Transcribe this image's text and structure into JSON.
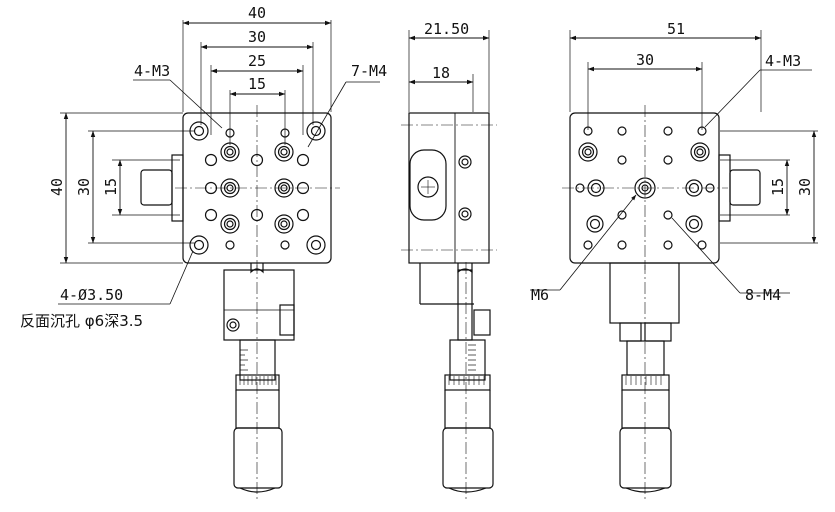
{
  "front_view": {
    "dims_top": [
      "40",
      "30",
      "25",
      "15"
    ],
    "dims_left": [
      "40",
      "30",
      "15"
    ],
    "label_m3": "4-M3",
    "label_m4": "7-M4",
    "label_hole": "4-Ø3.50",
    "label_note": "反面沉孔 φ6深3.5"
  },
  "side_view": {
    "dims_top": [
      "21.50",
      "18"
    ]
  },
  "back_view": {
    "dims_top": [
      "51",
      "30"
    ],
    "dims_right": [
      "15",
      "30"
    ],
    "label_m3": "4-M3",
    "label_m6": "M6",
    "label_m4": "8-M4"
  }
}
